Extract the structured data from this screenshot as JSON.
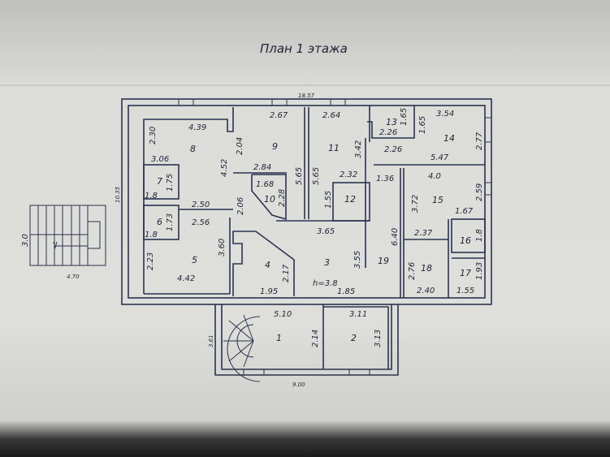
{
  "title": "План 1 этажа",
  "overall": {
    "width": "18.57",
    "depth": "10.35",
    "annex_width": "9.00",
    "annex_depth": "3.61",
    "stair_width": "4.70",
    "stair_depth": "3.0",
    "ceiling_height": "h=3.8"
  },
  "rooms": [
    "1",
    "2",
    "3",
    "4",
    "5",
    "6",
    "7",
    "8",
    "9",
    "10",
    "11",
    "12",
    "13",
    "14",
    "15",
    "16",
    "17",
    "18",
    "19"
  ],
  "dims": {
    "r8_w": "4.39",
    "r8_h": "2.30",
    "r8_w2": "3.06",
    "r8_d": "4.52",
    "r7_w": "1.8",
    "r7_h": "1.75",
    "r6_w": "1.8",
    "r6_h": "1.73",
    "c_w1": "2.50",
    "c_w2": "2.56",
    "c_h": "2.06",
    "r5_h": "3.60",
    "r5_h2": "2.23",
    "r5_w": "4.42",
    "r9_w": "2.67",
    "r9_h": "2.04",
    "r9_w2": "2.84",
    "r9_d": "5.65",
    "r10_w": "1.68",
    "r10_h": "2.28",
    "r11_w": "2.64",
    "r11_d": "5.65",
    "r11_h": "3.42",
    "r11_w2": "2.32",
    "r12_h": "1.55",
    "r3_w": "3.65",
    "r3_h": "3.55",
    "r4_h": "2.17",
    "r4_w": "1.95",
    "r3_w2": "1.85",
    "r13_w": "2.26",
    "r13_h": "1.65",
    "r13_w2": "2.26",
    "r14_w": "3.54",
    "r14_h": "1.65",
    "r14_d": "2.77",
    "r14_w2": "5.47",
    "r19_w": "1.36",
    "r19_h": "6.40",
    "r15_w": "4.0",
    "r15_h": "3.72",
    "r15_d": "2.59",
    "r15_w2": "2.37",
    "r16_w": "1.67",
    "r16_h": "1.8",
    "r18_h": "2.76",
    "r18_w": "2.40",
    "r17_h": "1.93",
    "r17_w": "1.55",
    "r1_w": "5.10",
    "r1_h": "2.14",
    "r2_w": "3.11",
    "r2_h": "3.13"
  }
}
